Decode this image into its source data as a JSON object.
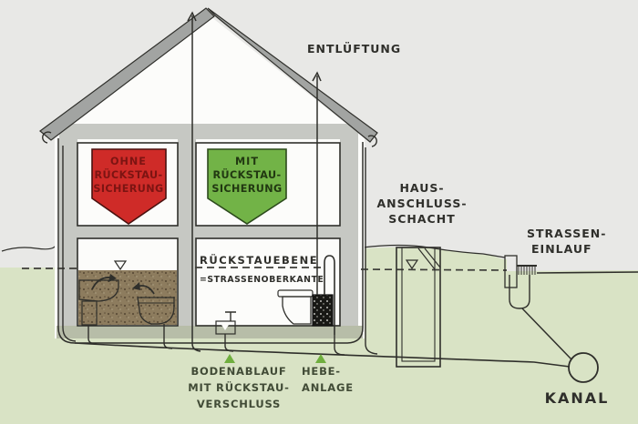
{
  "scene": {
    "background": "#e8e8e6",
    "ground_color": "#d9e3c5",
    "roof_color": "#a2a4a2",
    "wall_color": "#c6c8c3",
    "floor_slab_color": "#b7bda8",
    "flood_color": "#8d7c5e",
    "fixture_color": "#ece9d3",
    "line_color": "#2f2f2b"
  },
  "shields": {
    "ohne": {
      "line1": "OHNE",
      "line2": "RÜCKSTAU-",
      "line3": "SICHERUNG",
      "fill": "#cf2b28",
      "text_color": "#7c1412"
    },
    "mit": {
      "line1": "MIT",
      "line2": "RÜCKSTAU-",
      "line3": "SICHERUNG",
      "fill": "#72b347",
      "text_color": "#213811"
    }
  },
  "labels": {
    "entlueftung": "ENTLÜFTUNG",
    "haus1": "HAUS-",
    "haus2": "ANSCHLUSS-",
    "haus3": "SCHACHT",
    "strasse1": "STRASSEN-",
    "strasse2": "EINLAUF",
    "rueckstauebene": "RÜCKSTAUEBENE",
    "strassenoberkante": "=STRASSENOBERKANTE",
    "boden1": "BODENABLAUF",
    "boden2": "MIT RÜCKSTAU-",
    "boden3": "VERSCHLUSS",
    "hebe1": "HEBE-",
    "hebe2": "ANLAGE",
    "kanal": "KANAL"
  },
  "markers": {
    "triangle_color": "#6fae3e"
  }
}
